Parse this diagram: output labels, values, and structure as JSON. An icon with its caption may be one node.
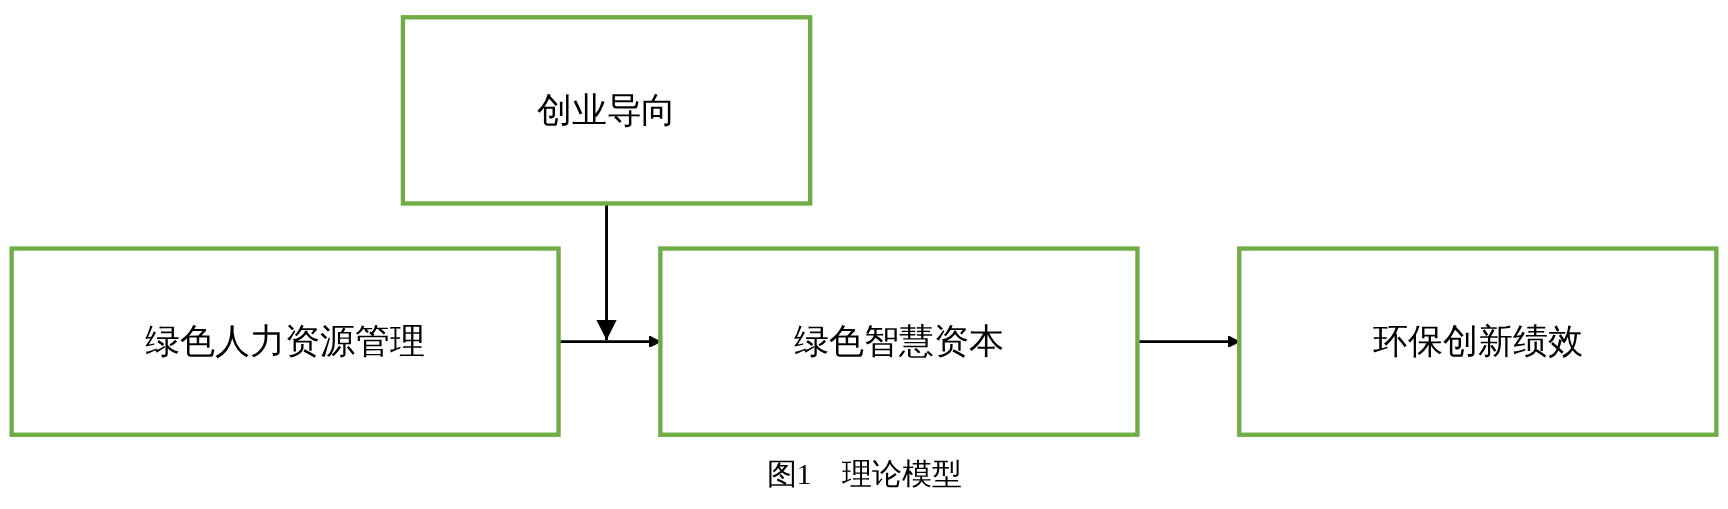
{
  "diagram": {
    "caption": "图1　理论模型",
    "nodes": [
      {
        "text": [
          "创业导向"
        ]
      },
      {
        "text": [
          "绿色人力资源管理"
        ]
      },
      {
        "text": [
          "绿色智慧资本"
        ]
      },
      {
        "text": [
          "环保创新绩效"
        ]
      }
    ],
    "edges": [
      {
        "from": 0,
        "to": null,
        "arrow": "to"
      },
      {
        "from": 1,
        "to": 2,
        "arrow": "to"
      },
      {
        "from": 2,
        "to": 3,
        "arrow": "to"
      }
    ]
  }
}
